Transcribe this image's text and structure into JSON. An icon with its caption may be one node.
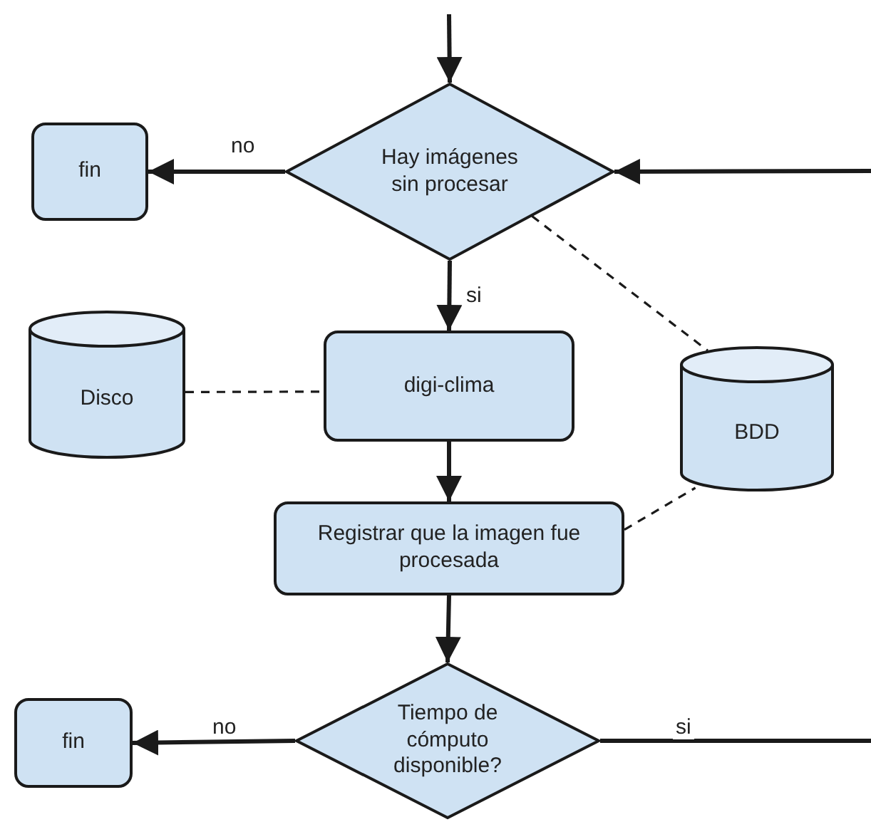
{
  "diagram": {
    "nodes": [
      {
        "text": [
          "fin"
        ]
      },
      {
        "text": [
          "Hay imágenes sin procesar"
        ]
      },
      {
        "text": [
          "Disco"
        ]
      },
      {
        "text": [
          "digi-clima"
        ]
      },
      {
        "text": [
          "BDD"
        ]
      },
      {
        "text": [
          "Registrar que la imagen fue procesada"
        ]
      },
      {
        "text": [
          "fin"
        ]
      },
      {
        "text": [
          "Tiempo de cómputo disponible?"
        ]
      }
    ],
    "edges": [
      {
        "from": null,
        "to": 1,
        "arrow": "to"
      },
      {
        "from": null,
        "to": 1,
        "arrow": "to"
      },
      {
        "from": 1,
        "to": 0,
        "arrow": "to",
        "label": "no"
      },
      {
        "from": 1,
        "to": 3,
        "arrow": "to",
        "label": "si"
      },
      {
        "from": 2,
        "to": 3,
        "arrow": "none",
        "style": "dashed"
      },
      {
        "from": 1,
        "to": 4,
        "arrow": "none",
        "style": "dashed"
      },
      {
        "from": 3,
        "to": 5,
        "arrow": "to"
      },
      {
        "from": 5,
        "to": 4,
        "arrow": "none",
        "style": "dashed"
      },
      {
        "from": 5,
        "to": 7,
        "arrow": "to"
      },
      {
        "from": 7,
        "to": 6,
        "arrow": "to",
        "label": "no"
      },
      {
        "from": 7,
        "to": null,
        "arrow": "none",
        "label": "si"
      }
    ]
  }
}
